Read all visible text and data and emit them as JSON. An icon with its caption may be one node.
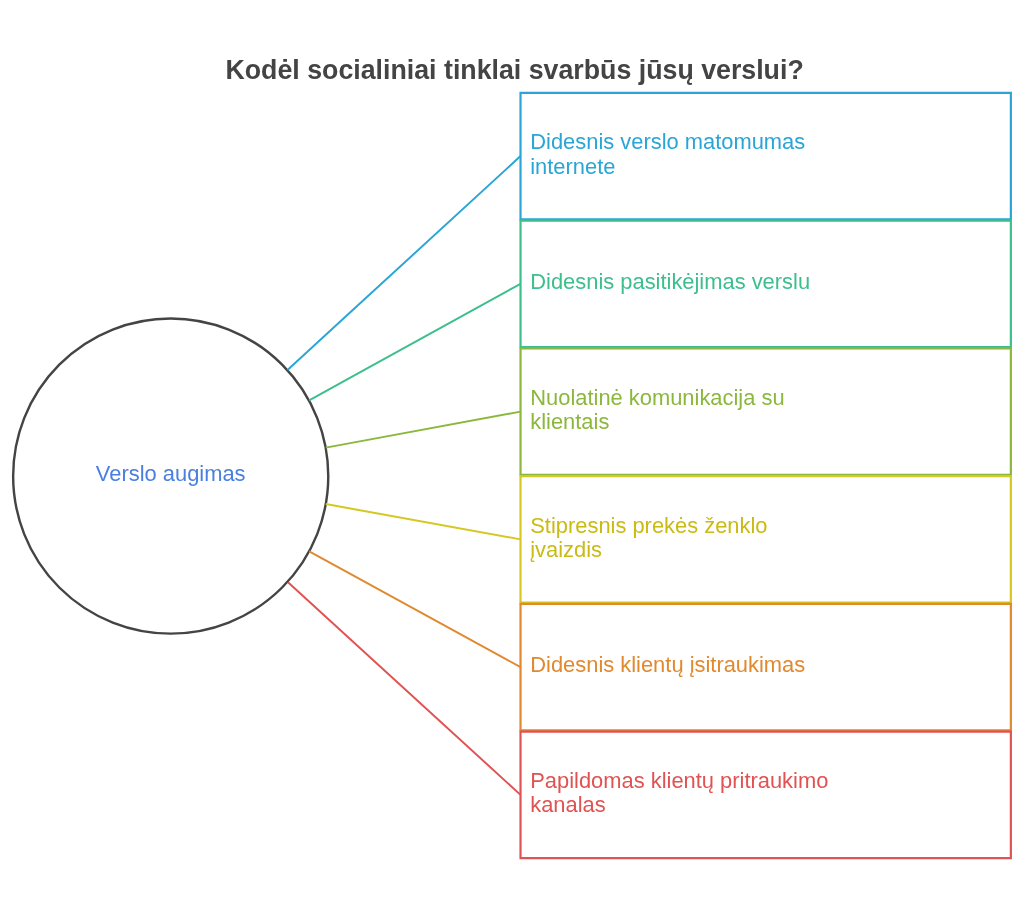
{
  "diagram": {
    "title": "Kodėl socialiniai tinklai svarbūs jūsų verslui?",
    "nodes": [
      {
        "text": [
          "Verslo augimas"
        ]
      },
      {
        "text": [
          "Didesnis verslo matomumas internete"
        ]
      },
      {
        "text": [
          "Didesnis pasitikėjimas verslu"
        ]
      },
      {
        "text": [
          "Nuolatinė komunikacija su klientais"
        ]
      },
      {
        "text": [
          "Stipresnis prekės ženklo įvaizdis"
        ]
      },
      {
        "text": [
          "Didesnis klientų įsitraukimas"
        ]
      },
      {
        "text": [
          "Papildomas klientų pritraukimo kanalas"
        ]
      }
    ],
    "edges": [
      {
        "from": 0,
        "to": 1,
        "arrow": "none",
        "color": "#2aa5d6"
      },
      {
        "from": 0,
        "to": 2,
        "arrow": "none",
        "color": "#3cbf8c"
      },
      {
        "from": 0,
        "to": 3,
        "arrow": "none",
        "color": "#8bb83c"
      },
      {
        "from": 0,
        "to": 4,
        "arrow": "none",
        "color": "#d6c823"
      },
      {
        "from": 0,
        "to": 5,
        "arrow": "none",
        "color": "#e0892f"
      },
      {
        "from": 0,
        "to": 6,
        "arrow": "none",
        "color": "#e05352"
      }
    ]
  }
}
